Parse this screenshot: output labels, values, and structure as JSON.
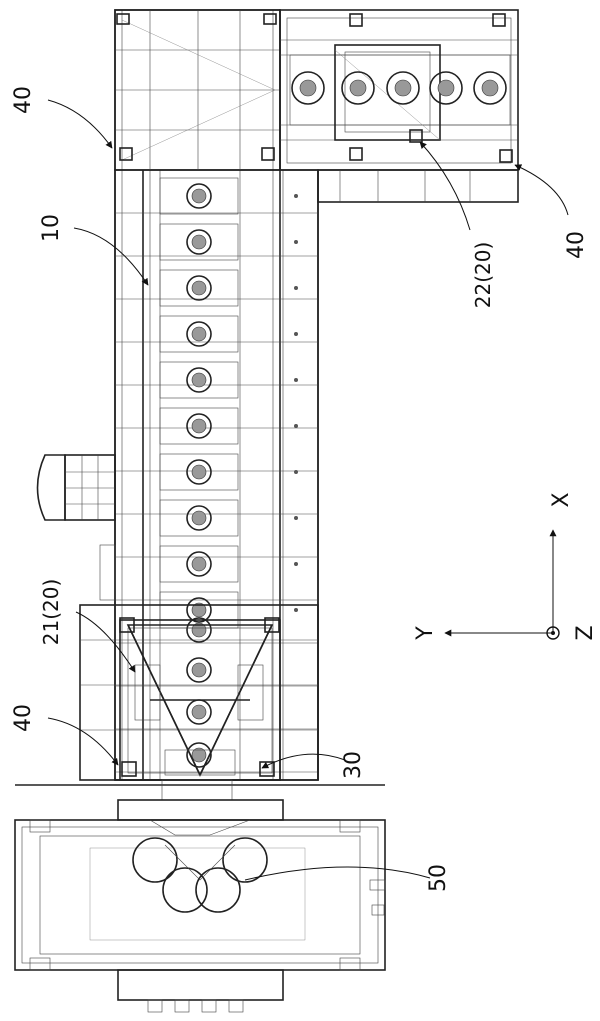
{
  "labels": {
    "ref_40_top_left": "40",
    "ref_10": "10",
    "ref_22_20": "22(20)",
    "ref_40_right": "40",
    "ref_21_20": "21(20)",
    "ref_40_bottom_left": "40",
    "ref_30": "30",
    "ref_50": "50"
  },
  "axes": {
    "x": "X",
    "y": "Y",
    "z": "Z"
  },
  "colors": {
    "line": "#222222",
    "paper": "#ffffff"
  }
}
